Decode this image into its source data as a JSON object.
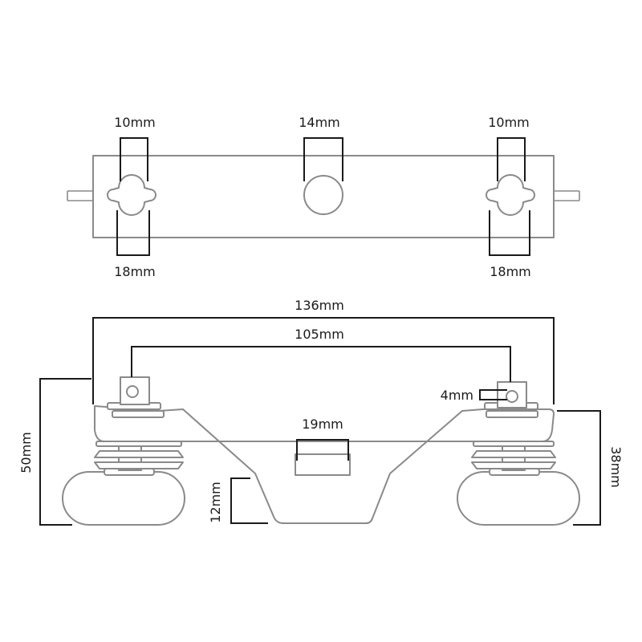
{
  "top_view": {
    "left_hole_top": "10mm",
    "center_hole": "14mm",
    "right_hole_top": "10mm",
    "left_hole_bottom": "18mm",
    "right_hole_bottom": "18mm"
  },
  "side_view": {
    "overall_width": "136mm",
    "hole_spacing": "105mm",
    "bolt_hole": "4mm",
    "center_channel": "19mm",
    "total_height": "50mm",
    "channel_depth": "12mm",
    "wheel_height": "38mm"
  }
}
